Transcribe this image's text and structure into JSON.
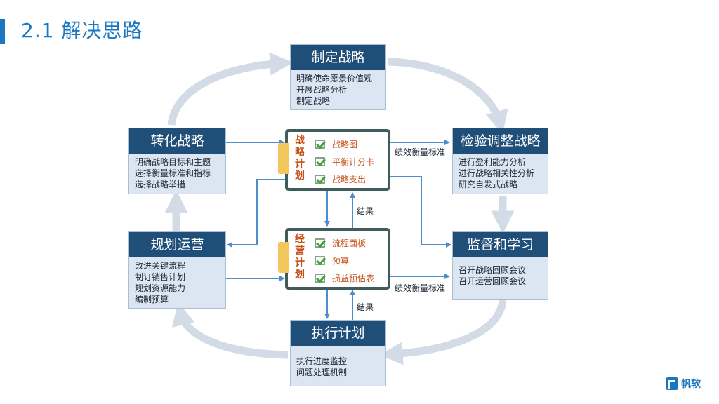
{
  "slide": {
    "title": "2.1 解决思路"
  },
  "boxes": {
    "formulate": {
      "title": "制定战略",
      "lines": [
        "明确使命愿景价值观",
        "开展战略分析",
        "制定战略"
      ]
    },
    "translate": {
      "title": "转化战略",
      "lines": [
        "明确战略目标和主题",
        "选择衡量标准和指标",
        "选择战略举措"
      ]
    },
    "test": {
      "title": "检验调整战略",
      "lines": [
        "进行盈利能力分析",
        "进行战略相关性分析",
        "研究自发式战略"
      ]
    },
    "plan_ops": {
      "title": "规划运营",
      "lines": [
        "改进关键流程",
        "制订销售计划",
        "规划资源能力",
        "编制预算"
      ]
    },
    "monitor": {
      "title": "监督和学习",
      "lines": [
        "召开战略回顾会议",
        "召开运营回顾会议"
      ]
    },
    "execute": {
      "title": "执行计划",
      "lines": [
        "执行进度监控",
        "问题处理机制"
      ]
    }
  },
  "plans": {
    "strategy": {
      "chars": [
        "战",
        "略",
        "计",
        "划"
      ],
      "items": [
        "战略图",
        "平衡计分卡",
        "战略支出"
      ]
    },
    "operating": {
      "chars": [
        "经",
        "营",
        "计",
        "划"
      ],
      "items": [
        "流程面板",
        "预算",
        "损益预估表"
      ]
    }
  },
  "labels": {
    "perf_std_top": "绩效衡量标准",
    "perf_std_bottom": "绩效衡量标准",
    "result_top": "结果",
    "result_bottom": "结果"
  },
  "logo": {
    "name": "帆软"
  },
  "colors": {
    "accent": "#1a78c2",
    "box_header": "#1f4e79",
    "box_body": "#dce6f2",
    "plan_text": "#c6521a",
    "cycle_arrow": "#d3dbe6"
  }
}
